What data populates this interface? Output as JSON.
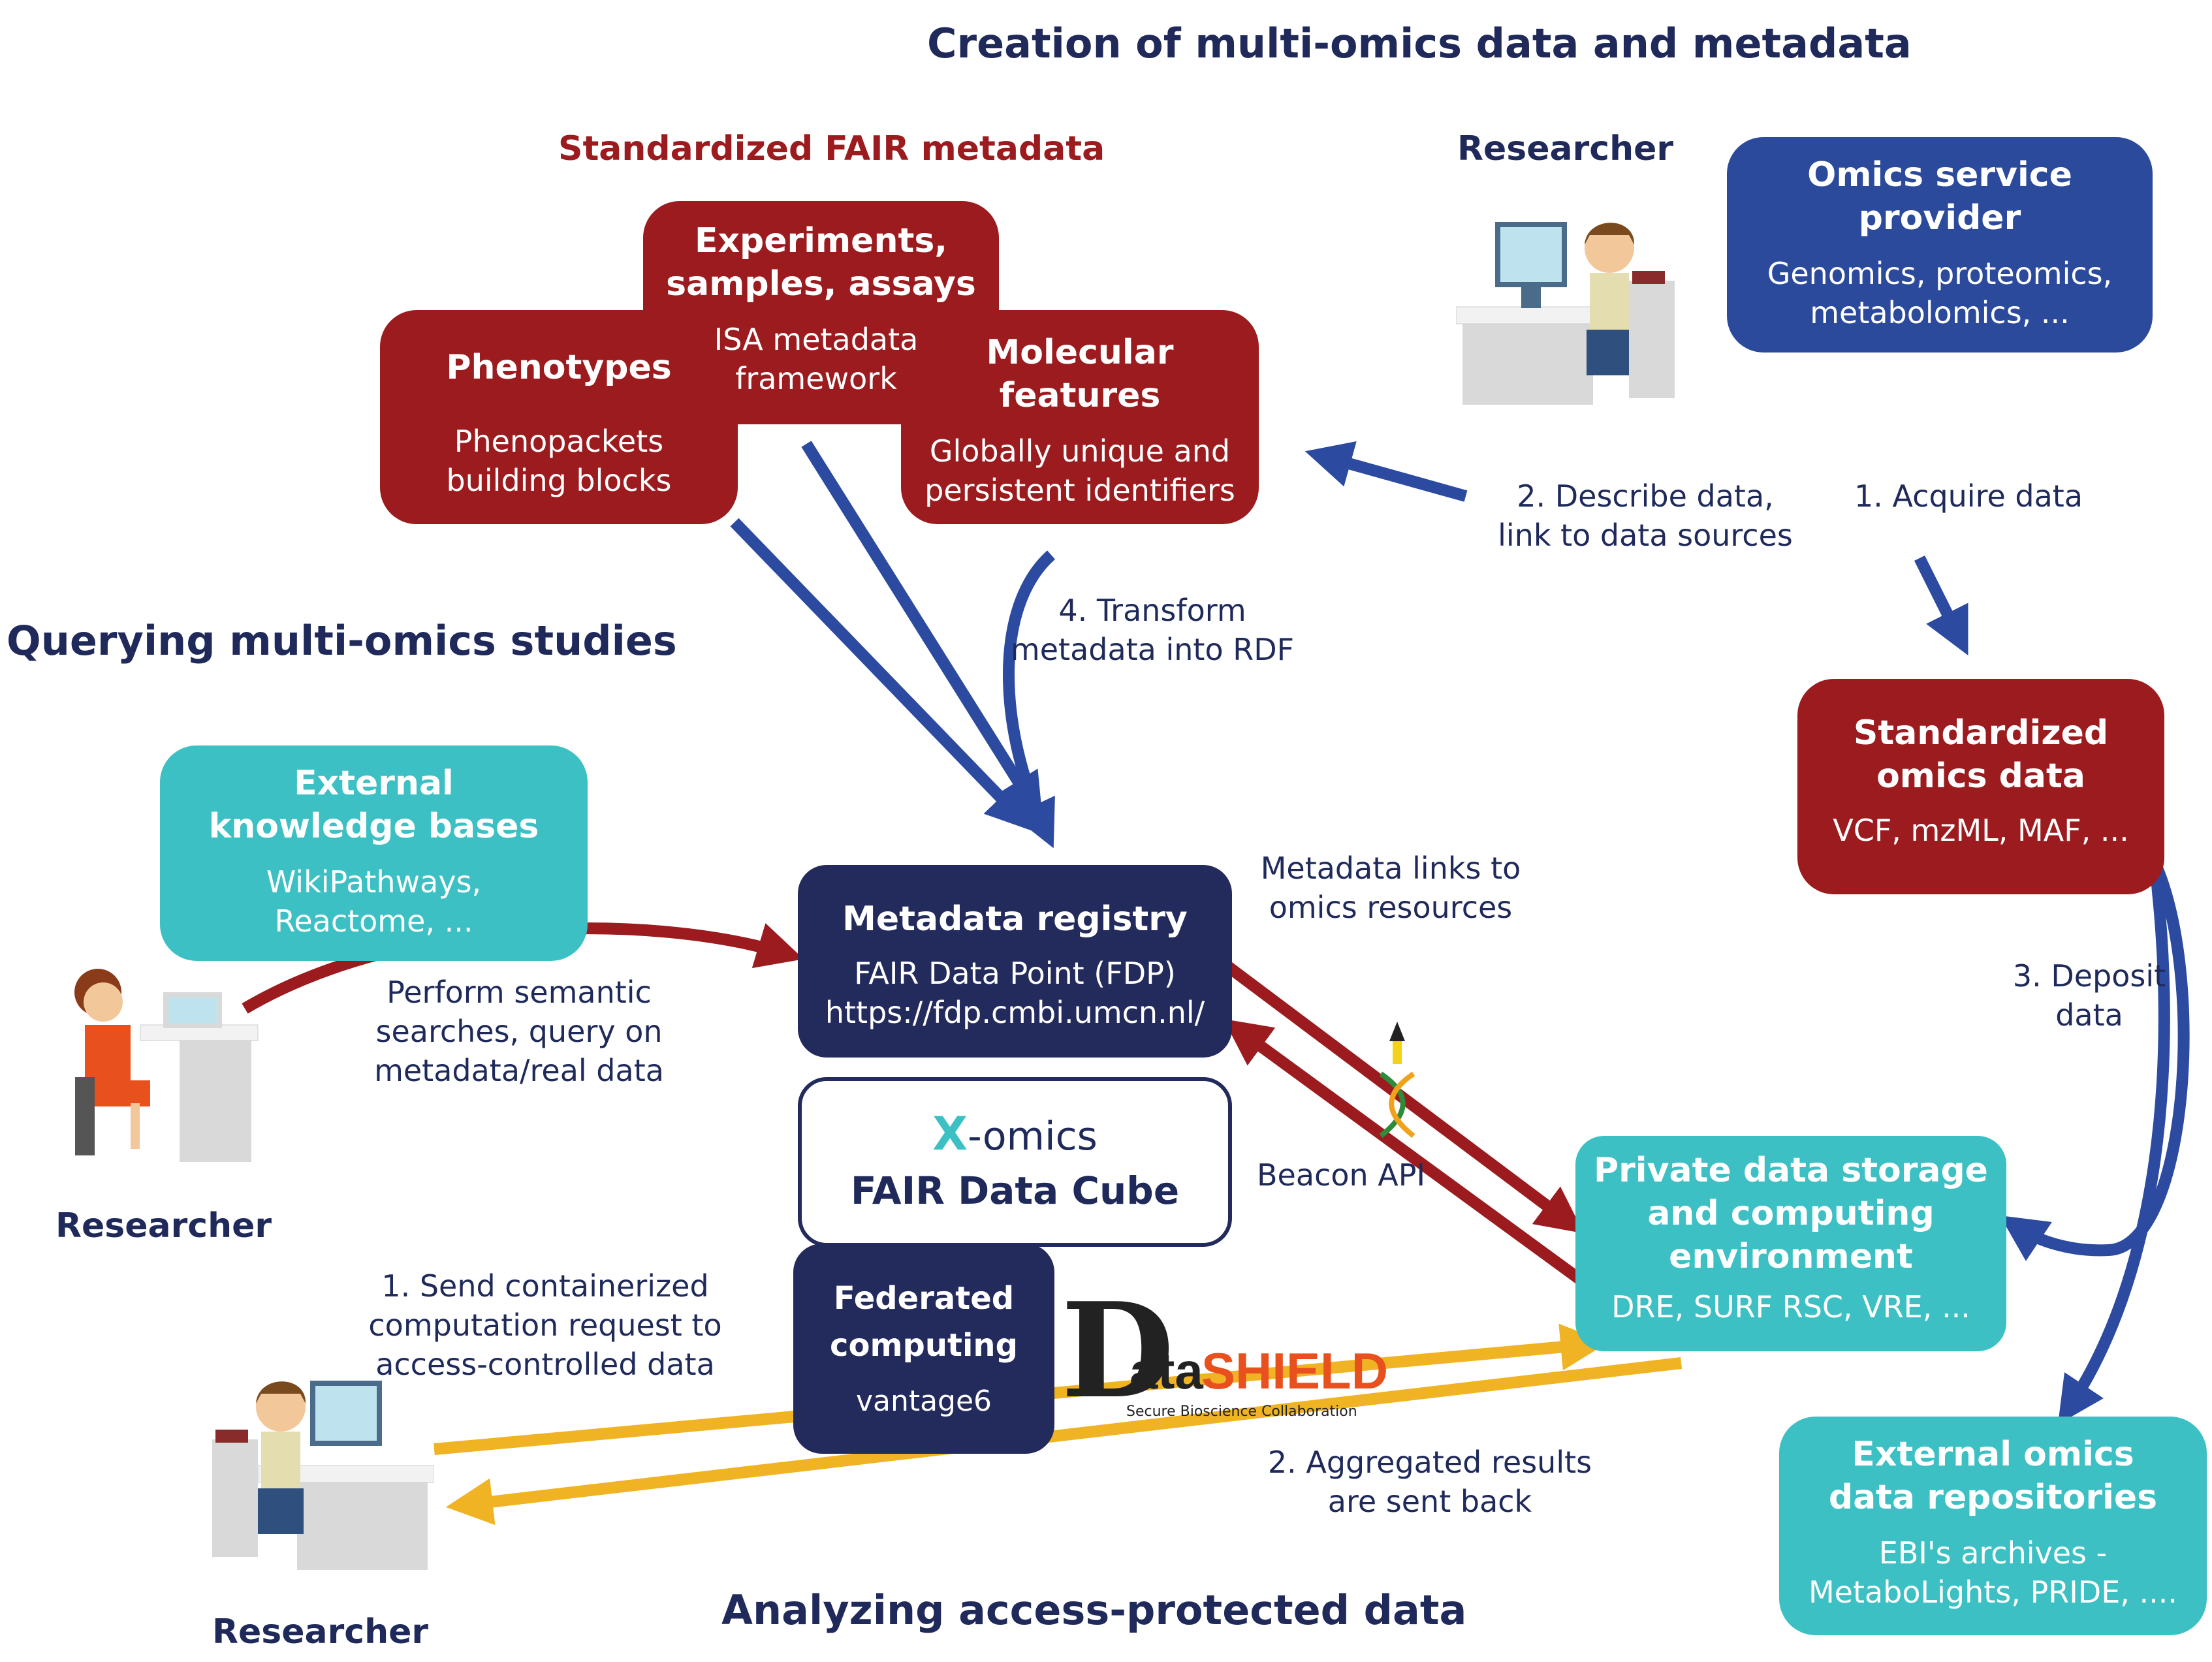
{
  "sections": {
    "creation": "Creation of multi-omics data and metadata",
    "querying": "Querying multi-omics studies",
    "analyzing": "Analyzing access-protected data"
  },
  "fair_metadata": {
    "heading": "Standardized FAIR metadata",
    "experiments": {
      "title": "Experiments,\nsamples, assays",
      "desc": "ISA metadata\nframework"
    },
    "phenotypes": {
      "title": "Phenotypes",
      "desc": "Phenopackets\nbuilding blocks"
    },
    "molecular": {
      "title": "Molecular\nfeatures",
      "desc": "Globally unique and\npersistent identifiers"
    }
  },
  "researchers": {
    "top": "Researcher",
    "left": "Researcher",
    "bottom": "Researcher"
  },
  "omics_service": {
    "title": "Omics service\nprovider",
    "desc": "Genomics, proteomics,\nmetabolomics, ..."
  },
  "standardized_omics": {
    "title": "Standardized\nomics data",
    "desc": "VCF, mzML, MAF, ..."
  },
  "external_kb": {
    "title": "External\nknowledge bases",
    "desc": "WikiPathways,\nReactome, ..."
  },
  "metadata_registry": {
    "title": "Metadata registry",
    "desc": "FAIR Data Point (FDP)\nhttps://fdp.cmbi.umcn.nl/"
  },
  "data_cube": {
    "logo_x": "X",
    "logo_rest": "-omics",
    "title": "FAIR Data Cube"
  },
  "federated": {
    "title": "Federated\ncomputing",
    "desc": "vantage6"
  },
  "datashield": {
    "logo_d": "D",
    "logo_ata": "ata",
    "logo_shield": "SHIELD",
    "tagline": "Secure Bioscience Collaboration"
  },
  "private_storage": {
    "title": "Private data storage\nand computing\nenvironment",
    "desc": "DRE, SURF RSC, VRE, ..."
  },
  "external_repos": {
    "title": "External omics\ndata repositories",
    "desc": "EBI's archives -\nMetaboLights, PRIDE, ...."
  },
  "labels": {
    "describe": "2. Describe data,\nlink to data sources",
    "acquire": "1. Acquire data",
    "transform": "4. Transform\nmetadata into RDF",
    "deposit": "3. Deposit\ndata",
    "metadata_links": "Metadata links to\nomics resources",
    "semantic": "Perform semantic\nsearches, query on\nmetadata/real data",
    "beacon": "Beacon API",
    "send": "1. Send containerized\ncomputation request to\naccess-controlled data",
    "aggregated": "2. Aggregated results\nare sent back"
  },
  "colors": {
    "navy": "#232a5c",
    "red": "#9b1b1e",
    "blue": "#2b4a9c",
    "teal": "#3cc0c4",
    "arrow_blue": "#2b4aa0",
    "arrow_red": "#9b1b1e",
    "arrow_yellow": "#f0b323"
  }
}
